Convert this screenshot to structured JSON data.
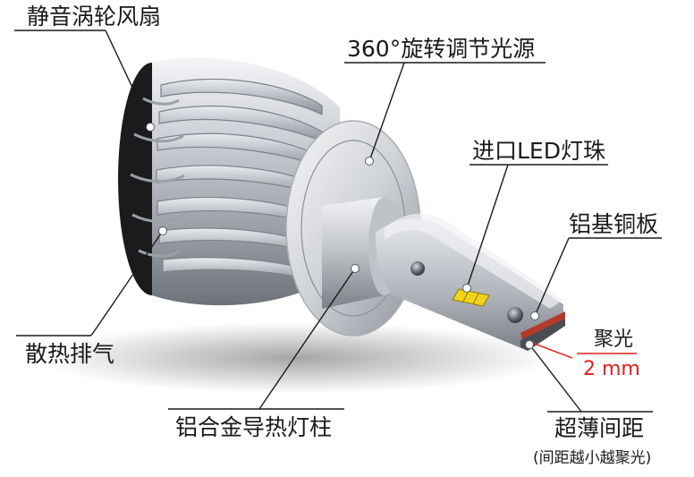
{
  "labels": {
    "fan": "静音涡轮风扇",
    "rotate": "360°旋转调节光源",
    "led": "进口LED灯珠",
    "copper": "铝基铜板",
    "focus": "聚光",
    "distance": "2 mm",
    "exhaust": "散热排气",
    "pillar": "铝合金导热灯柱",
    "spacing": "超薄间距",
    "spacing_note": "(间距越小越聚光)"
  },
  "colors": {
    "accent_red": "#e0201c",
    "led_yellow": "#f2d21a",
    "copper": "#b33a2c",
    "text": "#1a1a1a"
  },
  "icons": {
    "marker": "white-dot-marker"
  }
}
